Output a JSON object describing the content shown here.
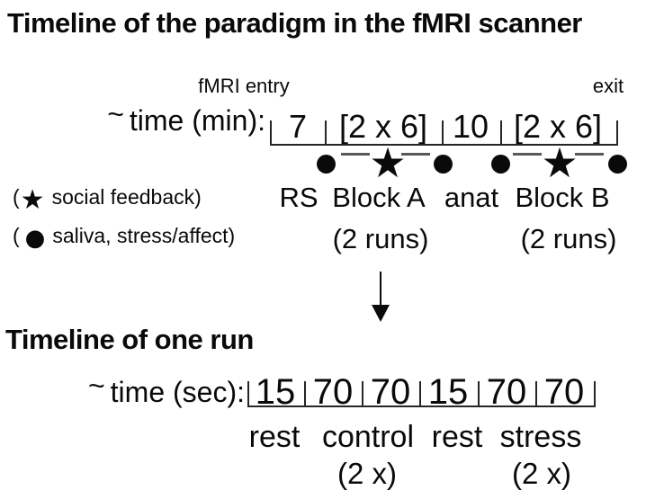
{
  "colors": {
    "background": "#ffffff",
    "ink": "#0a0a0a",
    "line": "#262626",
    "dash": "#595959"
  },
  "symbols": {
    "star": "★",
    "dot": "●"
  },
  "scanner_timeline": {
    "title": "Timeline of the paradigm in the fMRI scanner",
    "entry_label": "fMRI entry",
    "exit_label": "exit",
    "axis_prefix": "~",
    "axis_label": "time (min):",
    "segments": [
      {
        "duration": "7",
        "event": "RS",
        "runs": ""
      },
      {
        "duration": "[2 x 6]",
        "event": "Block A",
        "runs": "(2 runs)"
      },
      {
        "duration": "10",
        "event": "anat",
        "runs": ""
      },
      {
        "duration": "[2 x 6]",
        "event": "Block B",
        "runs": "(2 runs)"
      }
    ],
    "legend": [
      {
        "text_before": "(",
        "icon": "star",
        "text_after": "social feedback)"
      },
      {
        "text_before": "(",
        "icon": "dot",
        "text_after": "saliva, stress/affect)"
      }
    ]
  },
  "run_timeline": {
    "title": "Timeline of one run",
    "axis_prefix": "~",
    "axis_label": "time (sec):",
    "durations": [
      "15",
      "70",
      "70",
      "15",
      "70",
      "70"
    ],
    "phases": [
      {
        "label": "rest",
        "repeat": ""
      },
      {
        "label": "control",
        "repeat": "(2 x)"
      },
      {
        "label": "rest",
        "repeat": ""
      },
      {
        "label": "stress",
        "repeat": "(2 x)"
      }
    ]
  }
}
